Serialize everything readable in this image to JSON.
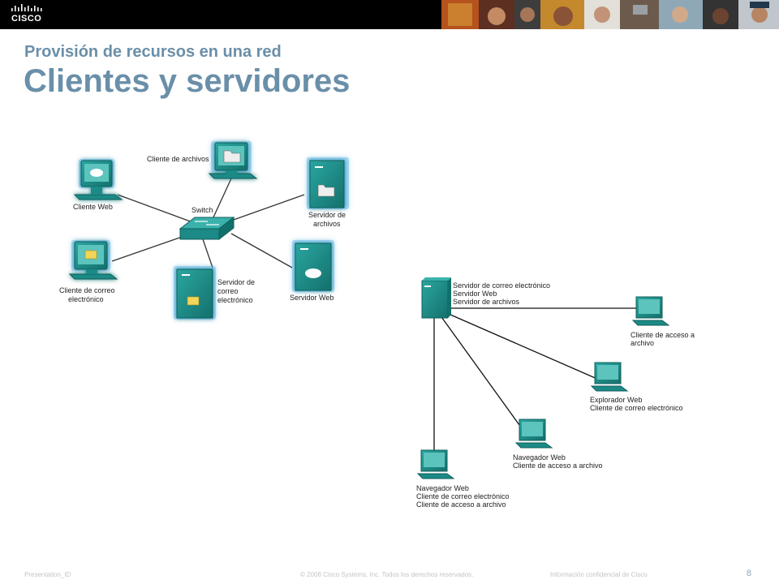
{
  "header": {
    "brand": "CISCO"
  },
  "slide": {
    "subtitle": "Provisión de recursos en una red",
    "title": "Clientes y servidores"
  },
  "diagram_left": {
    "switch_label": "Switch",
    "client_web": "Cliente Web",
    "client_files": "Cliente de archivos",
    "client_mail": [
      "Cliente de correo",
      "electrónico"
    ],
    "server_files": [
      "Servidor de",
      "archivos"
    ],
    "server_mail": [
      "Servidor de",
      "correo",
      "electrónico"
    ],
    "server_web": "Servidor Web"
  },
  "diagram_right": {
    "server": [
      "Servidor de correo electrónico",
      "Servidor Web",
      "Servidor de archivos"
    ],
    "client1": [
      "Cliente de acceso a",
      "archivo"
    ],
    "client2": [
      "Explorador Web",
      "Cliente de correo electrónico"
    ],
    "client3": [
      "Navegador Web",
      "Cliente de acceso a archivo"
    ],
    "client4": [
      "Navegador Web",
      "Cliente de correo electrónico",
      "Cliente de acceso a archivo"
    ]
  },
  "footer": {
    "presentation_id": "Presentation_ID",
    "copyright": "© 2008 Cisco Systems, Inc. Todos los derechos reservados.",
    "confidential": "Información confidencial de Cisco",
    "page": "8"
  },
  "colors": {
    "title": "#6a8fa8",
    "device": "#1c8a86",
    "glow": "#3fa9e6"
  }
}
